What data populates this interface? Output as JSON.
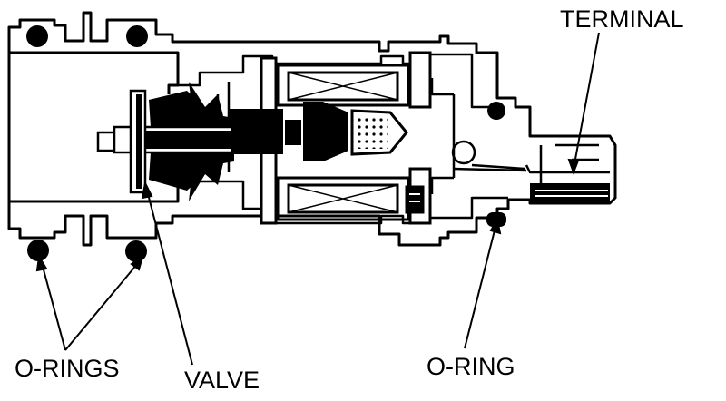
{
  "labels": {
    "terminal": "TERMINAL",
    "o_rings": "O-RINGS",
    "valve": "VALVE",
    "o_ring": "O-RING"
  },
  "colors": {
    "ink": "#000000",
    "paper": "#ffffff"
  }
}
